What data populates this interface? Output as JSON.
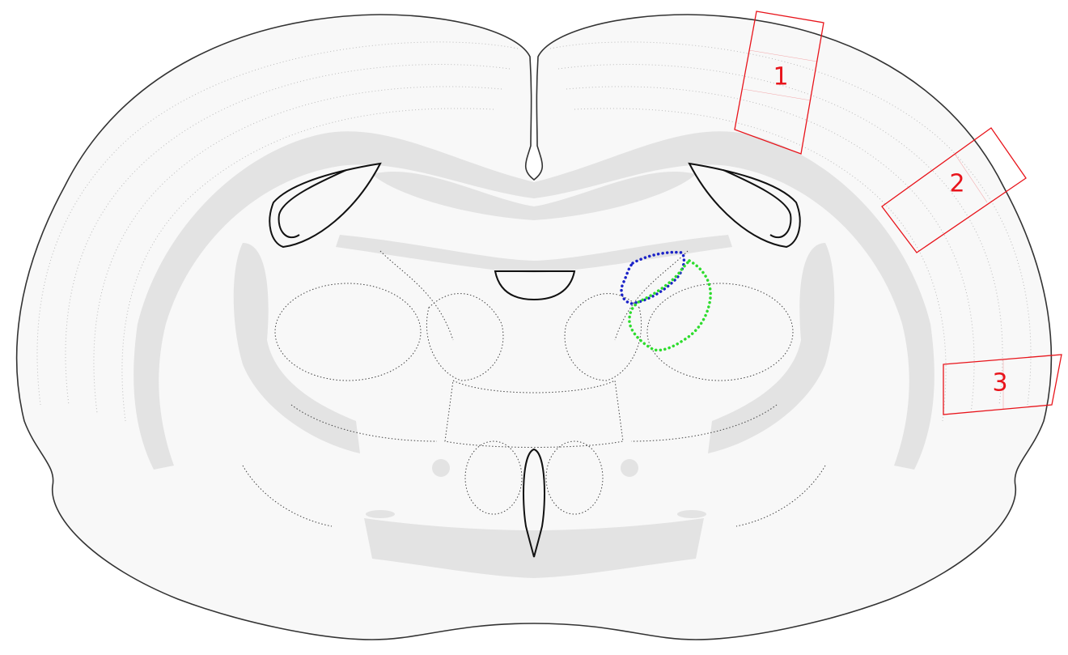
{
  "colors": {
    "box": "#e8141b",
    "region_blue": "#1a22c8",
    "region_green": "#2ddc2d",
    "white_matter": "#e3e3e3",
    "outline": "#333333"
  },
  "boxes": [
    {
      "label": "1"
    },
    {
      "label": "2"
    },
    {
      "label": "3"
    }
  ],
  "regions": [
    {
      "name": "blue-dotted-region",
      "color": "#1a22c8"
    },
    {
      "name": "green-dotted-region",
      "color": "#2ddc2d"
    }
  ]
}
